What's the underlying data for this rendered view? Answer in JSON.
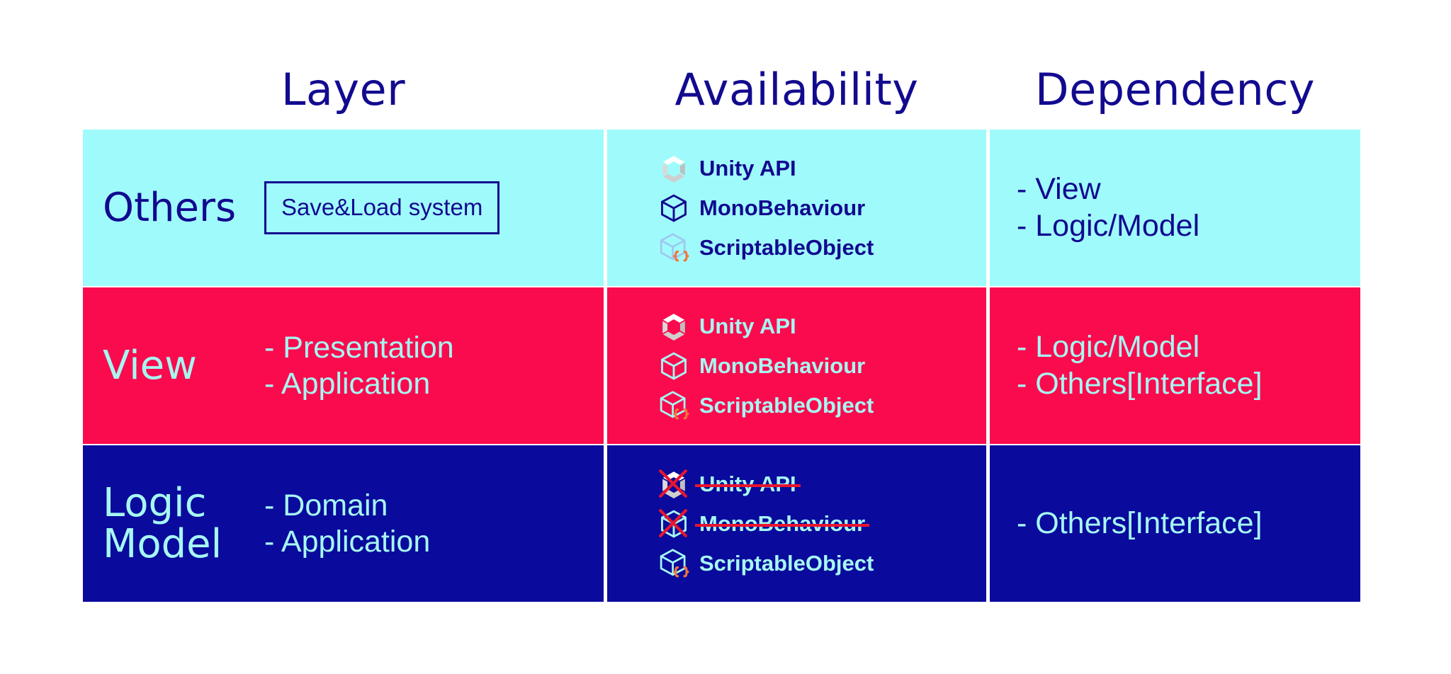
{
  "headers": {
    "layer": "Layer",
    "availability": "Availability",
    "dependency": "Dependency"
  },
  "colors": {
    "cyan_row": "#9ffbfb",
    "red_row": "#fa0b4e",
    "navy_row": "#0a0a9c",
    "navy_text": "#120a8f",
    "cyan_text": "#a6f7f2",
    "strike_red": "#e8152f",
    "brace_orange": "#f4743b",
    "unity_grey": "#c8c8c8"
  },
  "rows": [
    {
      "theme": "cyan",
      "layer_name": "Others",
      "layer_detail": "",
      "layer_boxed": "Save&Load system",
      "availability": [
        {
          "icon": "unity-logo-icon",
          "label": "Unity API",
          "disabled": false
        },
        {
          "icon": "monobehaviour-cube-icon",
          "label": "MonoBehaviour",
          "disabled": false
        },
        {
          "icon": "scriptableobject-cube-icon",
          "label": "ScriptableObject",
          "disabled": false
        }
      ],
      "dependency": "- View\n- Logic/Model"
    },
    {
      "theme": "red",
      "layer_name": "View",
      "layer_detail": "- Presentation\n- Application",
      "layer_boxed": "",
      "availability": [
        {
          "icon": "unity-logo-icon",
          "label": "Unity API",
          "disabled": false
        },
        {
          "icon": "monobehaviour-cube-icon",
          "label": "MonoBehaviour",
          "disabled": false
        },
        {
          "icon": "scriptableobject-cube-icon",
          "label": "ScriptableObject",
          "disabled": false
        }
      ],
      "dependency": "- Logic/Model\n- Others[Interface]"
    },
    {
      "theme": "navy",
      "layer_name": "Logic\nModel",
      "layer_detail": "- Domain\n- Application",
      "layer_boxed": "",
      "availability": [
        {
          "icon": "unity-logo-icon",
          "label": "Unity API",
          "disabled": true
        },
        {
          "icon": "monobehaviour-cube-icon",
          "label": "MonoBehaviour",
          "disabled": true
        },
        {
          "icon": "scriptableobject-cube-icon",
          "label": "ScriptableObject",
          "disabled": false
        }
      ],
      "dependency": "- Others[Interface]"
    }
  ]
}
